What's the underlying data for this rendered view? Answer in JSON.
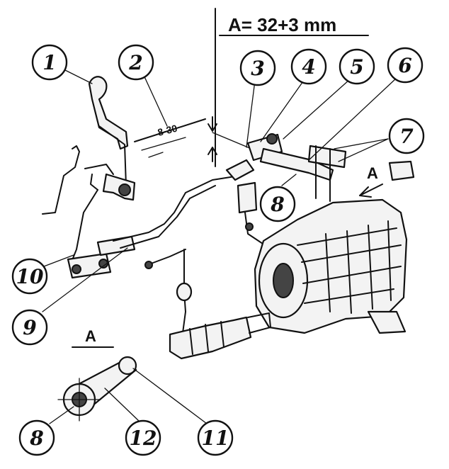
{
  "header": {
    "dimension": "A= 32+3 mm",
    "small_dimension": "8-30"
  },
  "view_labels": {
    "main_arrow": "A",
    "detail_title": "A"
  },
  "callouts": [
    {
      "id": "c1",
      "label": "1"
    },
    {
      "id": "c2",
      "label": "2"
    },
    {
      "id": "c3",
      "label": "3"
    },
    {
      "id": "c4",
      "label": "4"
    },
    {
      "id": "c5",
      "label": "5"
    },
    {
      "id": "c6",
      "label": "6"
    },
    {
      "id": "c7",
      "label": "7"
    },
    {
      "id": "c8",
      "label": "8"
    },
    {
      "id": "c9",
      "label": "9"
    },
    {
      "id": "c10",
      "label": "10"
    },
    {
      "id": "c8b",
      "label": "8"
    },
    {
      "id": "c11",
      "label": "11"
    },
    {
      "id": "c12",
      "label": "12"
    }
  ]
}
